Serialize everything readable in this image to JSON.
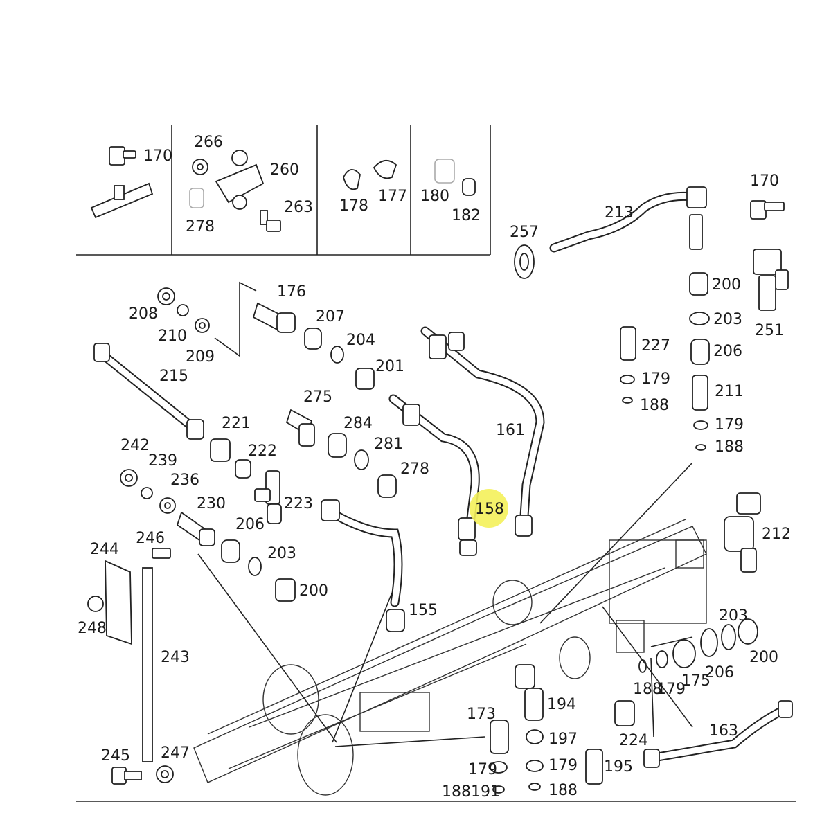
{
  "highlight_color": "#f4f15a",
  "labels": {
    "p170a": "170",
    "p266": "266",
    "p260": "260",
    "p278a": "278",
    "p263": "263",
    "p178": "178",
    "p177": "177",
    "p180": "180",
    "p182": "182",
    "p257": "257",
    "p213": "213",
    "p170b": "170",
    "p251": "251",
    "p200a": "200",
    "p203a": "203",
    "p206a": "206",
    "p227": "227",
    "p179a": "179",
    "p188a": "188",
    "p211": "211",
    "p179b": "179",
    "p188b": "188",
    "p176": "176",
    "p208": "208",
    "p210": "210",
    "p209": "209",
    "p207": "207",
    "p204": "204",
    "p201": "201",
    "p215": "215",
    "p275": "275",
    "p284": "284",
    "p281": "281",
    "p278b": "278",
    "p161": "161",
    "p158": "158",
    "p221": "221",
    "p222": "222",
    "p242": "242",
    "p239": "239",
    "p236": "236",
    "p230": "230",
    "p223": "223",
    "p206b": "206",
    "p203b": "203",
    "p200b": "200",
    "p155": "155",
    "p246": "246",
    "p244": "244",
    "p248": "248",
    "p243": "243",
    "p212": "212",
    "p203c": "203",
    "p200c": "200",
    "p188c": "188",
    "p179c": "179",
    "p175": "175",
    "p206c": "206",
    "p194": "194",
    "p173": "173",
    "p224": "224",
    "p163": "163",
    "p197": "197",
    "p179d": "179",
    "p195": "195",
    "p188191": "188191",
    "p188d": "188",
    "p245": "245",
    "p247": "247"
  }
}
